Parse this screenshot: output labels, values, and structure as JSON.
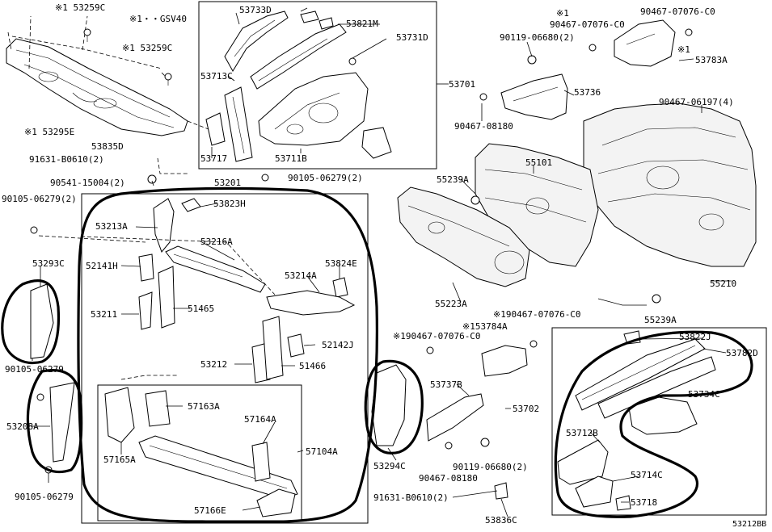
{
  "diagram_id": "53212BB",
  "note": "※1・・GSV40",
  "labels": {
    "l53259C_a": "※1 53259C",
    "l53259C_b": "※1 53259C",
    "l53295E": "※1 53295E",
    "l53835D": "53835D",
    "l91631_a": "91631-B0610(2)",
    "l53733D": "53733D",
    "l53821M": "53821M",
    "l53731D": "53731D",
    "l53713C": "53713C",
    "l53717": "53717",
    "l53711B": "53711B",
    "l53701": "53701",
    "l90467_a": "90467-07076-C0",
    "l90467_b": "90467-07076-C0",
    "l90119_a": "90119-06680(2)",
    "l53783A": "53783A",
    "l53736": "53736",
    "l90467_c": "90467-08180",
    "l90467_d": "90467-06197(4)",
    "l90541": "90541-15004(2)",
    "l53201": "53201",
    "l90105_a": "90105-06279(2)",
    "l90105_b": "90105-06279(2)",
    "l53823H": "53823H",
    "l53213A": "53213A",
    "l53216A": "53216A",
    "l53293C": "53293C",
    "l52141H": "52141H",
    "l53824E": "53824E",
    "l53214A": "53214A",
    "l53211": "53211",
    "l51465": "51465",
    "l52142J": "52142J",
    "l53212": "53212",
    "l51466": "51466",
    "l90105_c": "90105-06279",
    "l53208A": "53208A",
    "l90105_d": "90105-06279",
    "l57163A": "57163A",
    "l57164A": "57164A",
    "l57104A": "57104A",
    "l57165A": "57165A",
    "l57166E": "57166E",
    "l55239A_a": "55239A",
    "l55101": "55101",
    "l55223A": "55223A",
    "l55210": "55210",
    "l55239A_b": "55239A",
    "l90467_e": "※190467-07076-C0",
    "l90467_f": "※190467-07076-C0",
    "l53784A": "※153784A",
    "l53822J": "53822J",
    "l53782D": "53782D",
    "l53737B": "53737B",
    "l53702": "53702",
    "l53734C": "53734C",
    "l53712B": "53712B",
    "l53294C": "53294C",
    "l90467_g": "90467-08180",
    "l90119_b": "90119-06680(2)",
    "l53714C": "53714C",
    "l91631_b": "91631-B0610(2)",
    "l53836C": "53836C",
    "l53718": "53718",
    "l53212BB": "53212BB"
  }
}
